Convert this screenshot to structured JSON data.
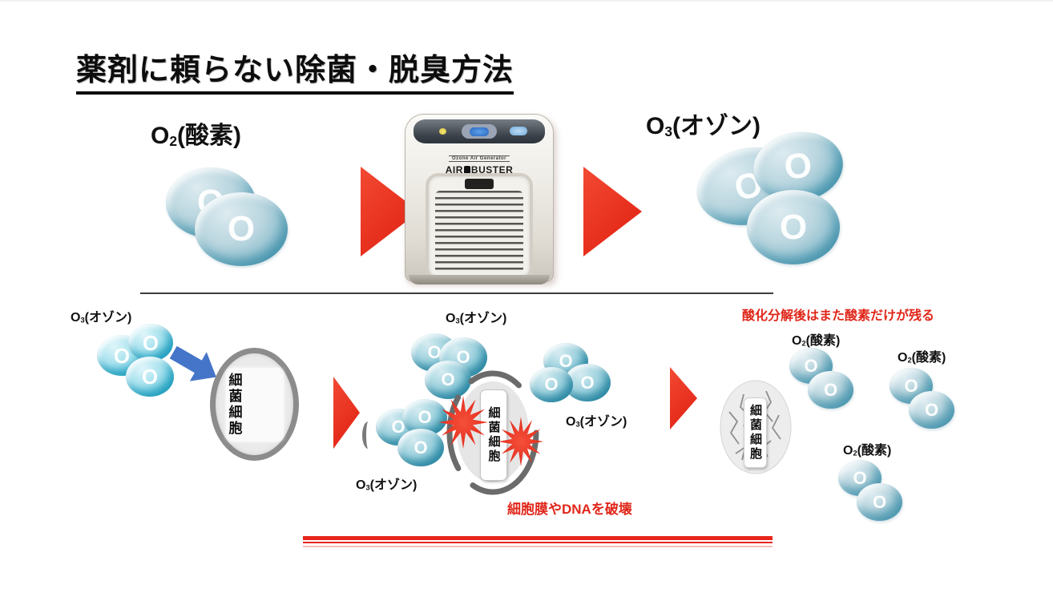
{
  "title": "薬剤に頼らない除菌・脱臭方法",
  "symbols": {
    "o": "O"
  },
  "labels": {
    "oxygen": {
      "o": "O",
      "sub": "2",
      "name": "(酸素)"
    },
    "ozone": {
      "o": "O",
      "sub": "3",
      "name": "(オゾン)"
    }
  },
  "device": {
    "tagline": "Ozone Air Generator",
    "brand_left": "AIR",
    "brand_right": "BUSTER"
  },
  "cell": {
    "vertical_label": "細菌細胞"
  },
  "annotations": {
    "remain": "酸化分解後はまた酸素だけが残る",
    "destroy": "細胞膜やDNAを破壊"
  },
  "colors": {
    "arrow_red": "#e8251c",
    "note_red": "#e0271a",
    "blue_arrow": "#4575c8",
    "bubble_blue_rim": "#4d9ab2",
    "bubble_cyan_rim": "#2aaecb",
    "cell_border_gray": "#8c8c8c"
  }
}
